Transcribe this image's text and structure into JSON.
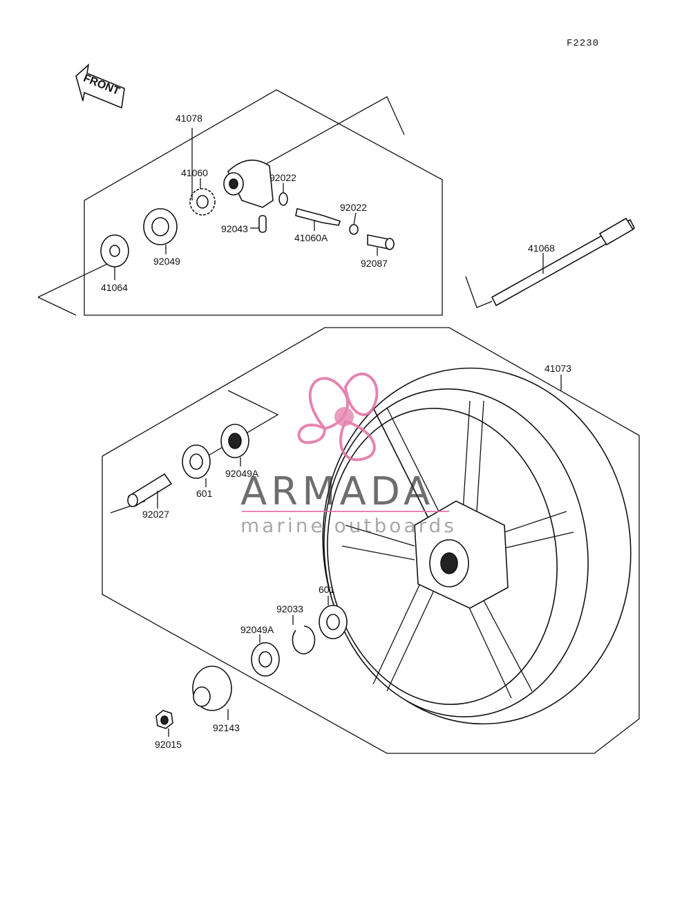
{
  "diagram_code": "F2230",
  "front_label": "FRONT",
  "watermark": {
    "name": "ARMADA",
    "tagline": "marine outboards",
    "accent_color": "#e26fa3"
  },
  "parts": {
    "p41078": "41078",
    "p41060": "41060",
    "p92022a": "92022",
    "p92022b": "92022",
    "p92043": "92043",
    "p41060A": "41060A",
    "p92087": "92087",
    "p92049": "92049",
    "p41064": "41064",
    "p41068": "41068",
    "p41073": "41073",
    "p92049A_top": "92049A",
    "p601_top": "601",
    "p92027": "92027",
    "p601_bot": "601",
    "p92033": "92033",
    "p92049A_bot": "92049A",
    "p92143": "92143",
    "p92015": "92015"
  }
}
